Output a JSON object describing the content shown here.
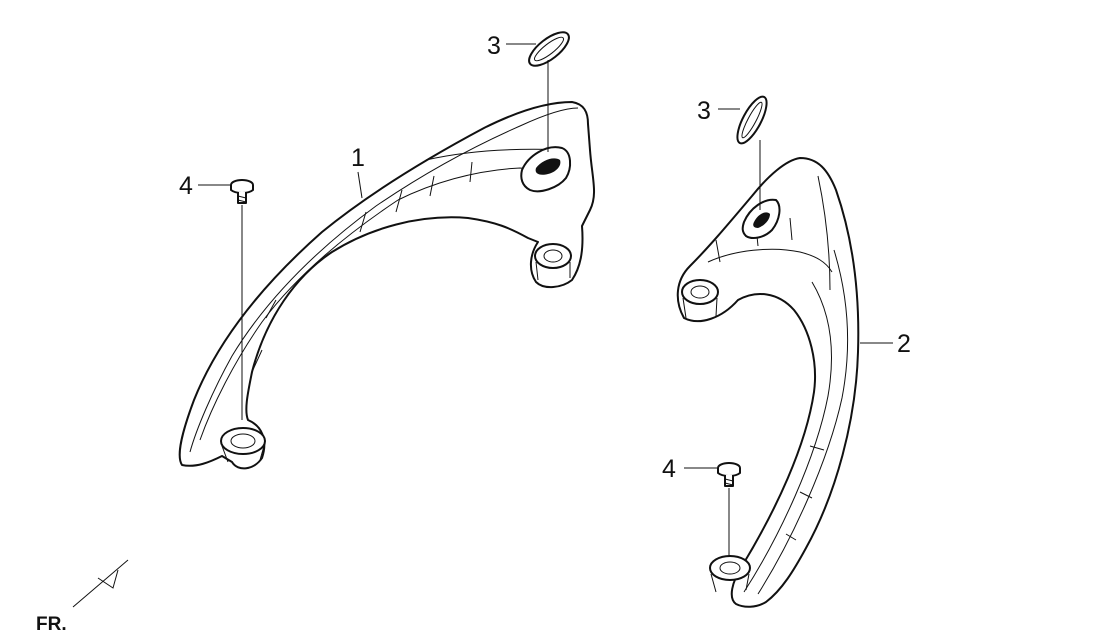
{
  "callouts": {
    "handle_left": "1",
    "handle_right": "2",
    "ring_left": "3",
    "ring_right": "3",
    "bolt_left": "4",
    "bolt_right": "4"
  },
  "orientation": {
    "label": "FR."
  },
  "colors": {
    "line": "#111111",
    "background": "#ffffff"
  }
}
